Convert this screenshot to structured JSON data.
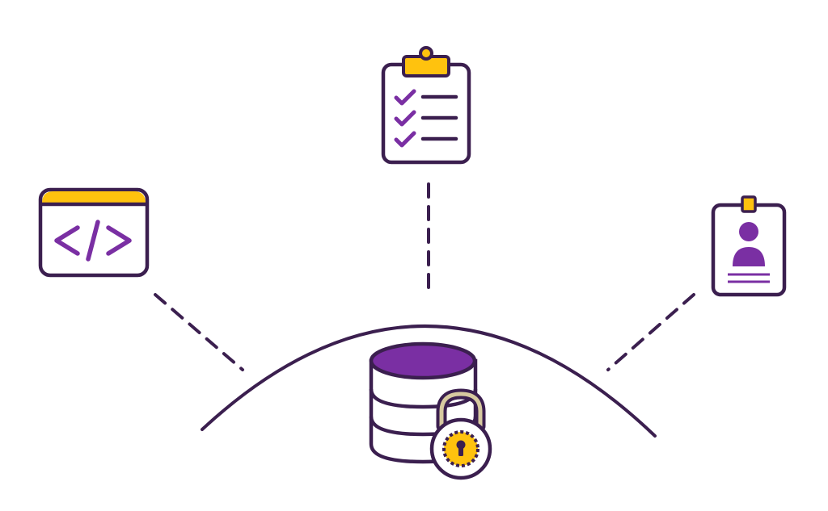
{
  "diagram": {
    "center": {
      "name": "database",
      "icon": "database-icon",
      "badge_icon": "padlock-icon"
    },
    "satellites": [
      {
        "name": "code-window",
        "icon": "code-window-icon",
        "glyph": "</>"
      },
      {
        "name": "checklist",
        "icon": "clipboard-checklist-icon",
        "items": 3
      },
      {
        "name": "id-badge",
        "icon": "id-badge-icon"
      }
    ],
    "connectors": "dashed",
    "arc": "dome"
  },
  "colors": {
    "outline": "#3b1f4f",
    "purple": "#7a2fa3",
    "yellow": "#ffc20e",
    "white": "#ffffff",
    "lock_shackle": "#d7c9a0"
  }
}
